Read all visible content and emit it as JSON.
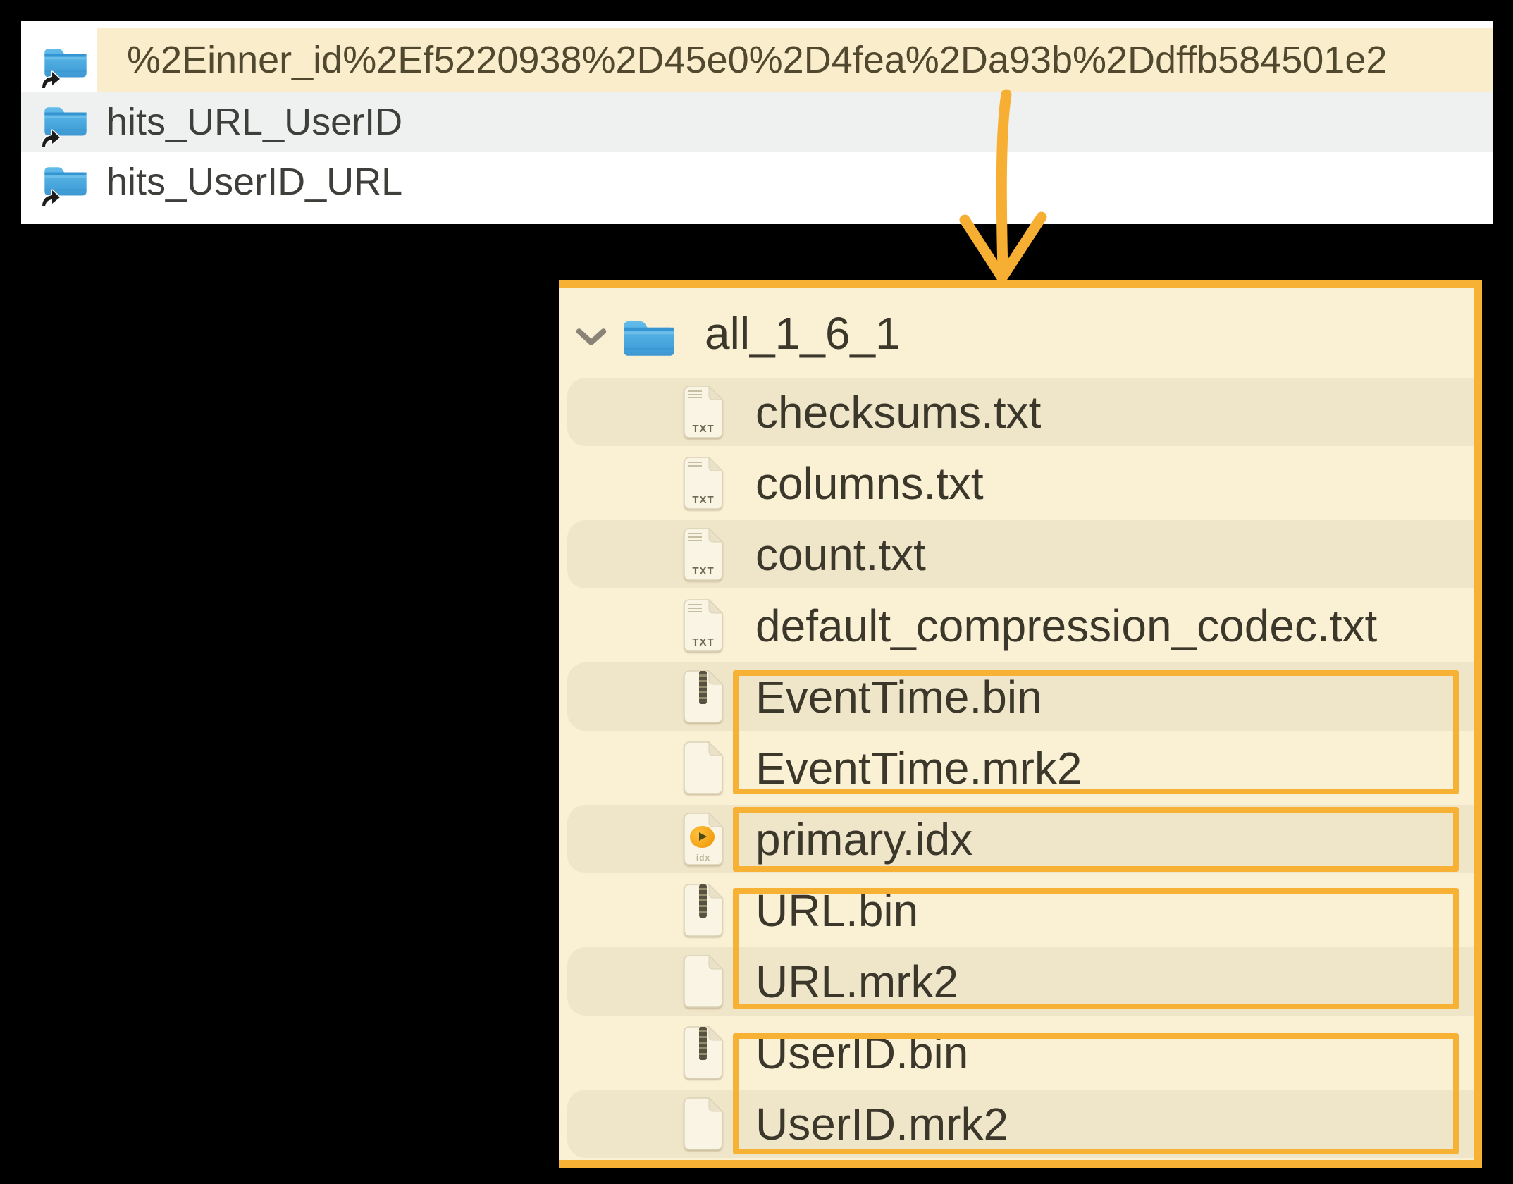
{
  "colors": {
    "accent_orange": "#F7B235",
    "selection_fill": "#FAEDCB",
    "panel_cream": "#FAF0D4",
    "row_band_dark": "#EFE5C8",
    "alt_row_gray": "#EEF1F0",
    "folder_blue": "#4FA9DE"
  },
  "top_list": {
    "items": [
      {
        "name": "%2Einner_id%2Ef5220938%2D45e0%2D4fea%2Da93b%2Ddffb584501e2",
        "selected": true,
        "is_alias": true
      },
      {
        "name": "hits_URL_UserID",
        "selected": false,
        "is_alias": true
      },
      {
        "name": "hits_UserID_URL",
        "selected": false,
        "is_alias": true
      }
    ]
  },
  "tree": {
    "root": "all_1_6_1",
    "expanded": true,
    "files": [
      {
        "name": "checksums.txt",
        "type": "txt"
      },
      {
        "name": "columns.txt",
        "type": "txt"
      },
      {
        "name": "count.txt",
        "type": "txt"
      },
      {
        "name": "default_compression_codec.txt",
        "type": "txt"
      },
      {
        "name": "EventTime.bin",
        "type": "bin"
      },
      {
        "name": "EventTime.mrk2",
        "type": "mrk2"
      },
      {
        "name": "primary.idx",
        "type": "idx"
      },
      {
        "name": "URL.bin",
        "type": "bin"
      },
      {
        "name": "URL.mrk2",
        "type": "mrk2"
      },
      {
        "name": "UserID.bin",
        "type": "bin"
      },
      {
        "name": "UserID.mrk2",
        "type": "mrk2"
      }
    ],
    "highlight_groups": [
      [
        "EventTime.bin",
        "EventTime.mrk2"
      ],
      [
        "primary.idx"
      ],
      [
        "URL.bin",
        "URL.mrk2"
      ],
      [
        "UserID.bin",
        "UserID.mrk2"
      ]
    ]
  },
  "icons": {
    "txt_badge": "TXT",
    "idx_badge": "idx"
  }
}
